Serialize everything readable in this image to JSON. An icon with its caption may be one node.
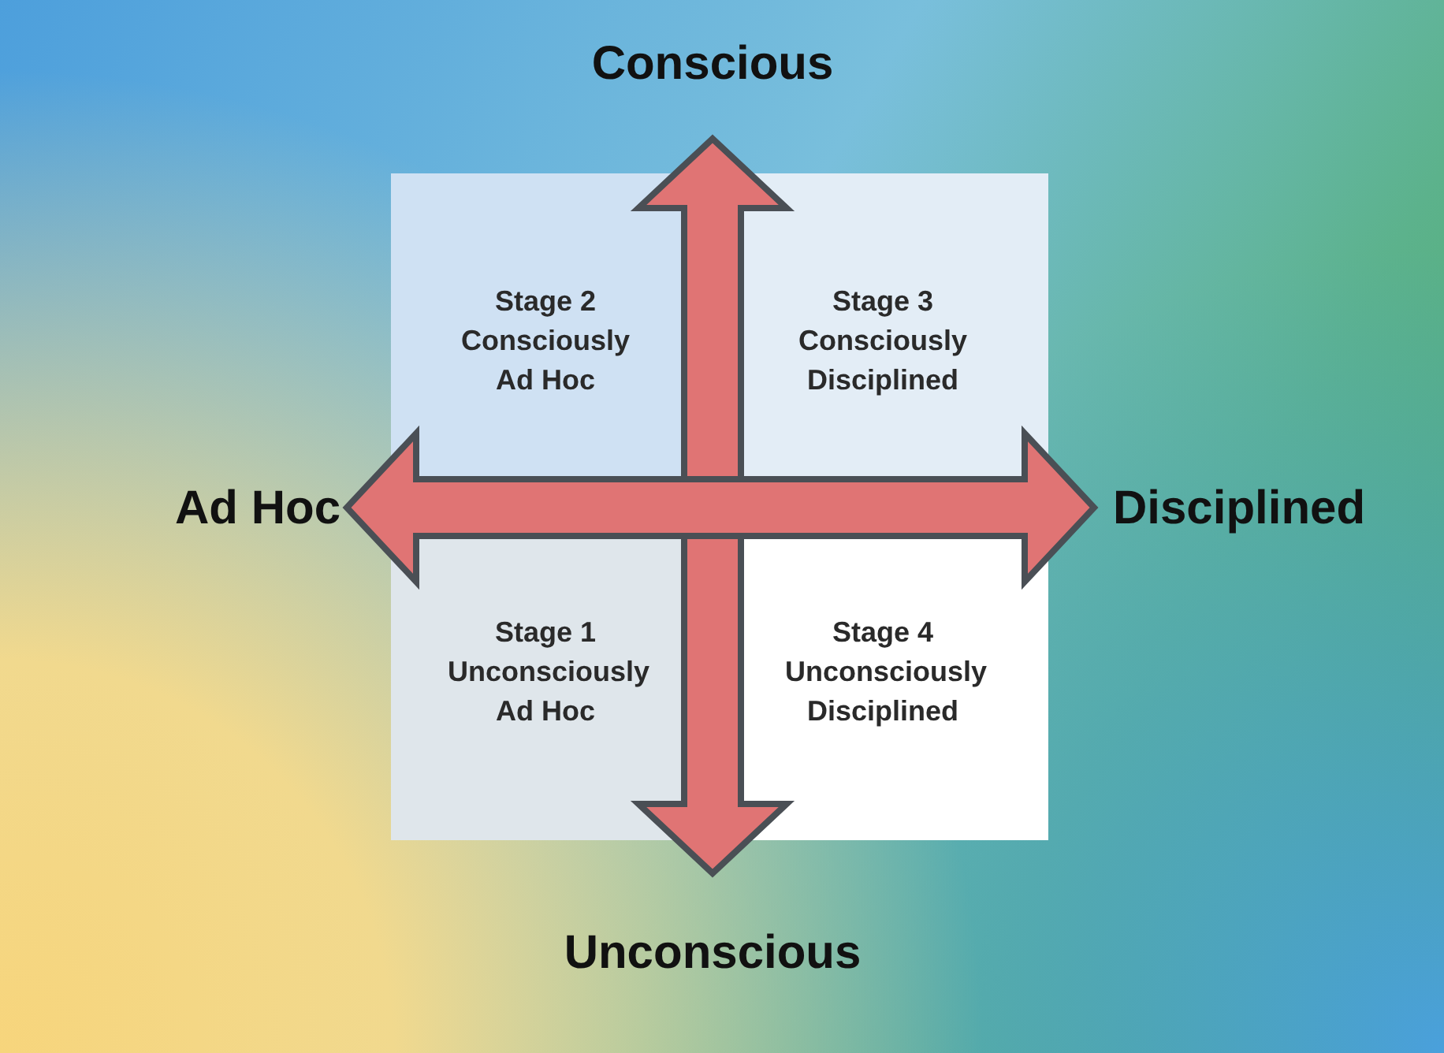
{
  "diagram": {
    "nodes": [
      {
        "text": [
          "Conscious"
        ]
      },
      {
        "text": [
          "Ad Hoc"
        ]
      },
      {
        "text": [
          "Disciplined"
        ]
      },
      {
        "text": [
          "Unconscious"
        ]
      },
      {
        "text": [
          "Stage 2 Consciously Ad Hoc"
        ]
      },
      {
        "text": [
          "Stage 3 Consciously Disciplined"
        ]
      },
      {
        "text": [
          "Stage 1 Unconsciously Ad Hoc"
        ]
      },
      {
        "text": [
          "Stage 4 Unconsciously Disciplined"
        ]
      }
    ],
    "edges": [
      {
        "from": 3,
        "to": 0,
        "arrow": "both",
        "color": "#e07474"
      },
      {
        "from": 1,
        "to": 2,
        "arrow": "both",
        "color": "#e07474"
      }
    ]
  }
}
